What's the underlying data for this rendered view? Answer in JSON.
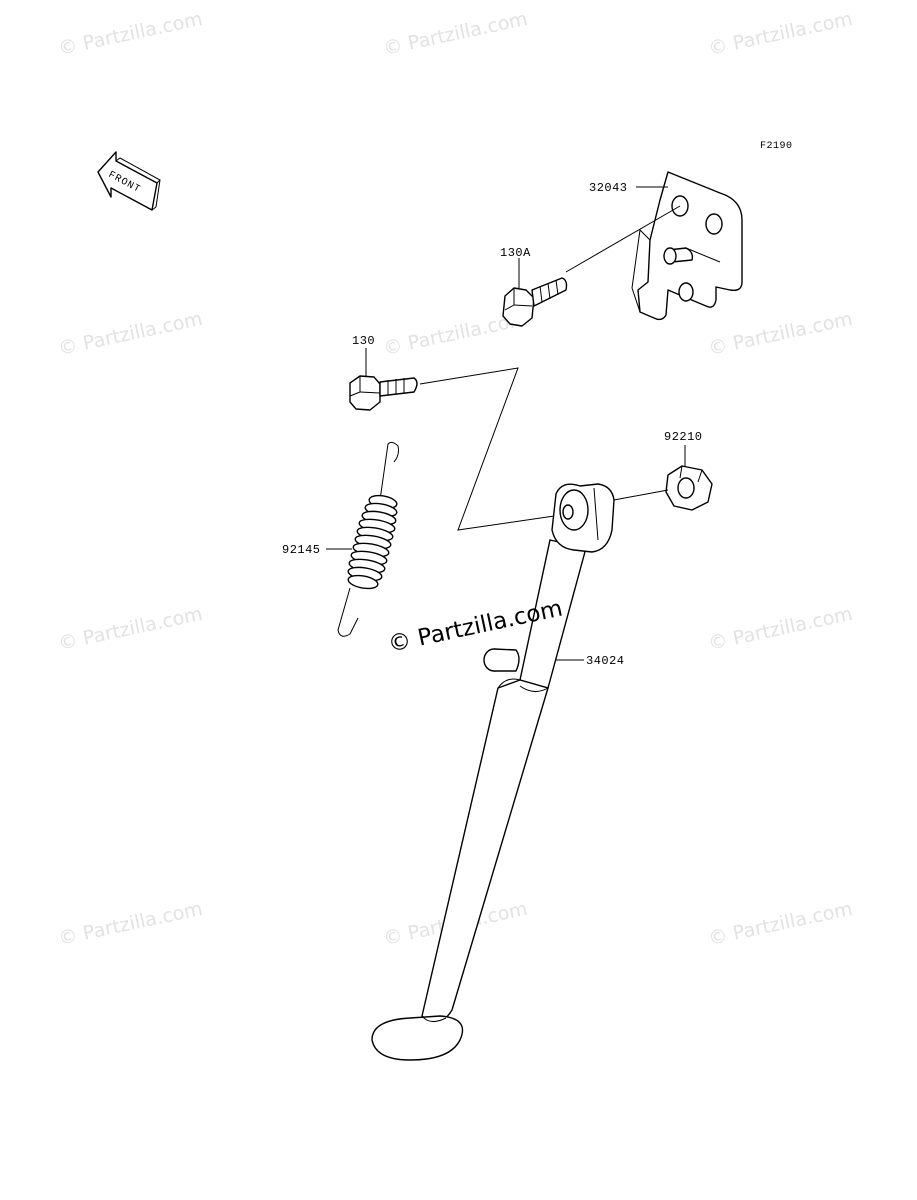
{
  "figure_code": "F2190",
  "front_arrow_label": "FRONT",
  "watermark_text": "© Partzilla.com",
  "center_watermark_text": "© Partzilla.com",
  "parts": [
    {
      "id": "bracket",
      "number": "32043"
    },
    {
      "id": "bolt-130a",
      "number": "130A"
    },
    {
      "id": "bolt-130",
      "number": "130"
    },
    {
      "id": "nut",
      "number": "92210"
    },
    {
      "id": "spring",
      "number": "92145"
    },
    {
      "id": "side-stand",
      "number": "34024"
    }
  ]
}
